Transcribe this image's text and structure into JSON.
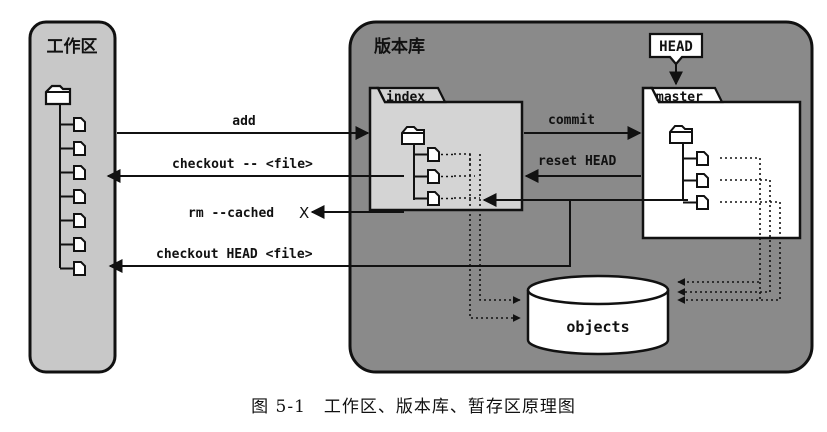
{
  "workspace": {
    "title": "工作区",
    "file_count": 7
  },
  "repository": {
    "title": "版本库",
    "head_label": "HEAD",
    "index_label": "index",
    "master_label": "master",
    "objects_label": "objects",
    "index_file_count": 3,
    "master_file_count": 3
  },
  "commands": {
    "add": "add",
    "checkout_file": "checkout -- <file>",
    "rm_cached": "rm --cached",
    "rm_cached_mark": "X",
    "checkout_head": "checkout HEAD <file>",
    "commit": "commit",
    "reset_head": "reset HEAD"
  },
  "caption": {
    "figure_no": "图 5-1",
    "text": "工作区、版本库、暂存区原理图"
  },
  "colors": {
    "workspace_fill": "#c8c8c8",
    "repo_fill": "#8a8a8a",
    "line": "#111111",
    "paper": "#ffffff"
  }
}
